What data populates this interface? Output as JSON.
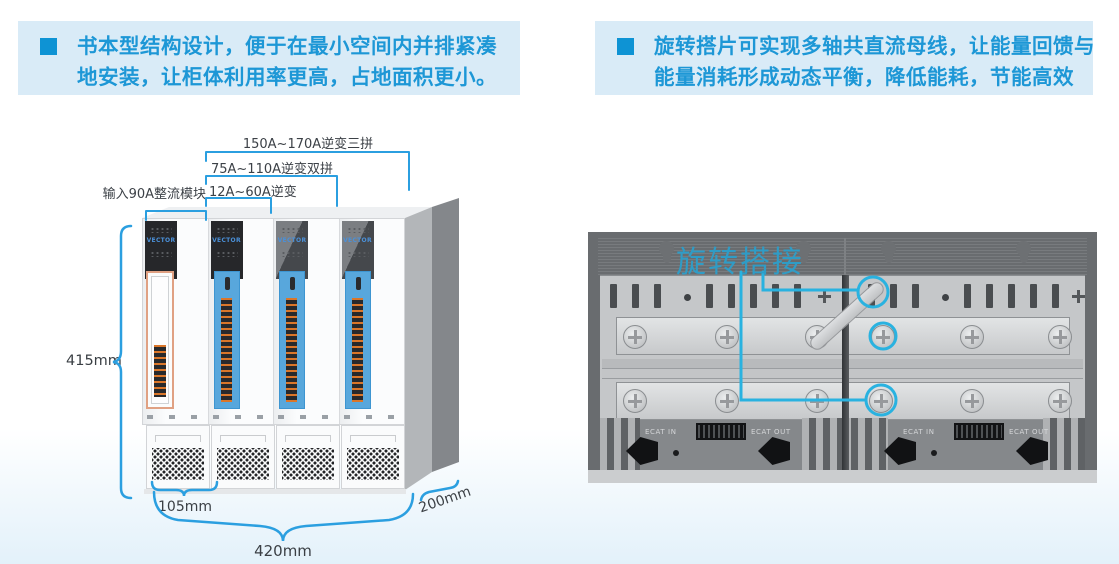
{
  "colors": {
    "note_background": "#d9ebf7",
    "note_text": "#1d97d6",
    "bullet": "#0e93d4",
    "dimension_line": "#2b9fe0",
    "label_text": "#3c4147",
    "photo_annotation": "#2f9cc6",
    "logo_blue": "#4a90d9"
  },
  "notes": [
    {
      "line1": "书本型结构设计，便于在最小空间内并排紧凑",
      "line2": "地安装，让柜体利用率更高，占地面积更小。"
    },
    {
      "line1": "旋转搭片可实现多轴共直流母线，让能量回馈与",
      "line2": "能量消耗形成动态平衡，降低能耗，节能高效"
    }
  ],
  "figure_left": {
    "labels": {
      "rectifier": "输入90A整流模块",
      "inverter_single": "12A~60A逆变",
      "inverter_double": "75A~110A逆变双拼",
      "inverter_triple": "150A~170A逆变三拼",
      "height": "415mm",
      "unit_width": "105mm",
      "total_width": "420mm",
      "depth": "200mm"
    },
    "machine": {
      "logo": "VECTOR"
    }
  },
  "figure_right": {
    "title": "旋转搭接",
    "ecat_in": "ECAT IN",
    "ecat_out": "ECAT OUT"
  }
}
